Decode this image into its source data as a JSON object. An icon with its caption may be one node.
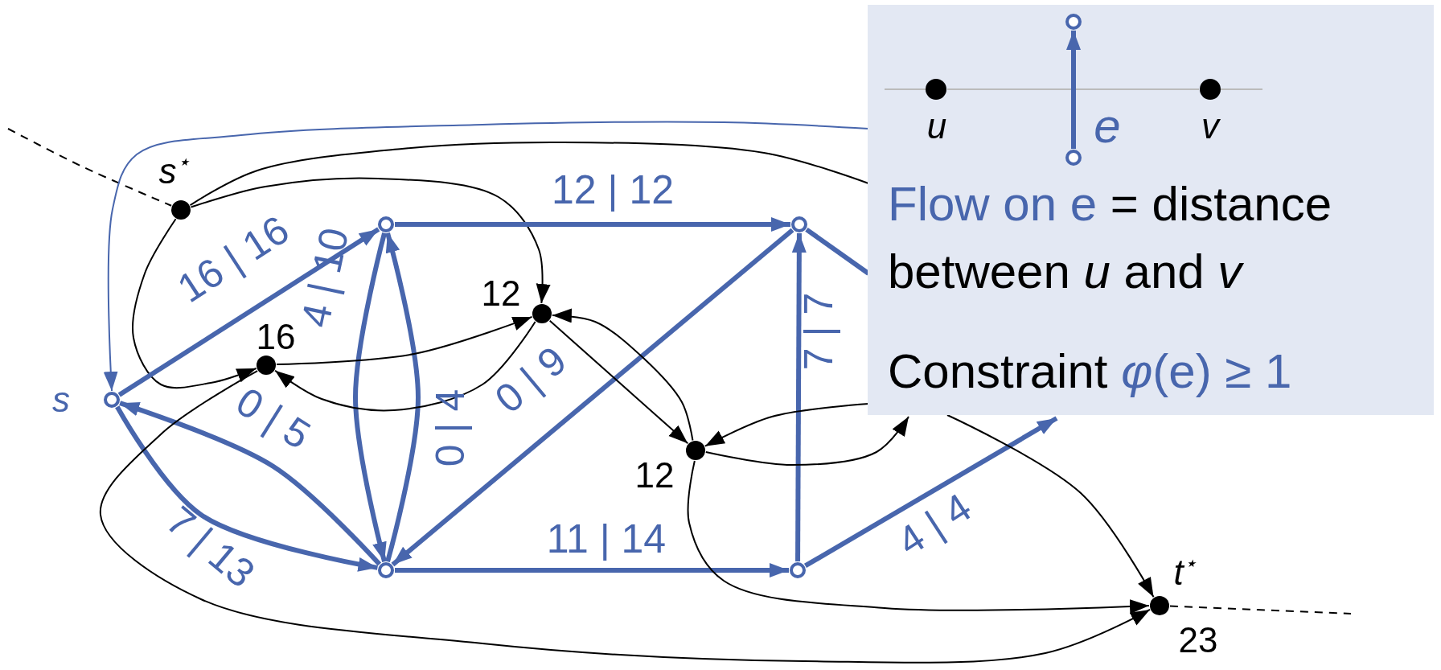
{
  "diagram": {
    "nodes": [
      {
        "text": [],
        "shape": "circle",
        "beside": [
          "s$^{⋆}$"
        ]
      },
      {
        "text": [],
        "shape": "circle"
      },
      {
        "text": [],
        "shape": "circle"
      },
      {
        "text": [],
        "shape": "circle",
        "beside": [
          "12"
        ]
      },
      {
        "text": [],
        "shape": "circle",
        "beside": [
          "16"
        ]
      },
      {
        "text": [],
        "shape": "circle",
        "beside": [
          "s"
        ]
      },
      {
        "text": [],
        "shape": "circle",
        "beside": [
          "12"
        ]
      },
      {
        "text": [],
        "shape": "circle"
      },
      {
        "text": [],
        "shape": "circle"
      },
      {
        "text": [],
        "shape": "circle",
        "beside": [
          "t$^{⋆}$",
          "23"
        ]
      },
      {
        "text": [
          "Flow on e",
          "= distance between *u* and *v*",
          "Constraint",
          "*φ*(e) ≥ 1"
        ]
      },
      {
        "text": [],
        "shape": "circle",
        "beside": [
          "u"
        ],
        "in": 10
      },
      {
        "text": [],
        "shape": "circle",
        "in": 10
      },
      {
        "text": [],
        "shape": "circle",
        "in": 10
      },
      {
        "text": [],
        "shape": "circle",
        "beside": [
          "v"
        ],
        "in": 10
      }
    ],
    "edges": [
      {
        "from": null,
        "to": 0,
        "arrow": "none",
        "style": "dashed"
      },
      {
        "from": 0,
        "to": 3,
        "arrow": "to"
      },
      {
        "from": 0,
        "to": 10,
        "arrow": "none"
      },
      {
        "from": 0,
        "to": 4,
        "arrow": "to"
      },
      {
        "from": 10,
        "to": 5,
        "arrow": "to",
        "color": "#4866ad"
      },
      {
        "from": 5,
        "to": 1,
        "arrow": "to",
        "label": "16 | 16",
        "style": "thick",
        "color": "#4866ad"
      },
      {
        "from": 1,
        "to": 7,
        "arrow": "to",
        "label": "4 | 10",
        "style": "thick",
        "color": "#4866ad"
      },
      {
        "from": 7,
        "to": 1,
        "arrow": "to",
        "label": "0 | 4",
        "style": "thick",
        "color": "#4866ad"
      },
      {
        "from": 7,
        "to": 5,
        "arrow": "to",
        "label": "0 | 5",
        "style": "thick",
        "color": "#4866ad"
      },
      {
        "from": 5,
        "to": 7,
        "arrow": "to",
        "label": "7 | 13",
        "style": "thick",
        "color": "#4866ad"
      },
      {
        "from": 1,
        "to": 2,
        "arrow": "to",
        "label": "12 | 12",
        "style": "thick",
        "color": "#4866ad"
      },
      {
        "from": 2,
        "to": 7,
        "arrow": "to",
        "label": "0 | 9",
        "style": "thick",
        "color": "#4866ad"
      },
      {
        "from": 7,
        "to": 8,
        "arrow": "to",
        "label": "11 | 14",
        "style": "thick",
        "color": "#4866ad"
      },
      {
        "from": 8,
        "to": 2,
        "arrow": "to",
        "label": "7 | 7",
        "style": "thick",
        "color": "#4866ad"
      },
      {
        "from": 2,
        "to": 10,
        "arrow": "none",
        "style": "thick",
        "color": "#4866ad"
      },
      {
        "from": 8,
        "to": 10,
        "arrow": "to",
        "label": "4 | 4",
        "style": "thick",
        "color": "#4866ad"
      },
      {
        "from": 4,
        "to": 3,
        "arrow": "to"
      },
      {
        "from": 3,
        "to": 4,
        "arrow": "to"
      },
      {
        "from": 3,
        "to": 6,
        "arrow": "to"
      },
      {
        "from": 6,
        "to": 3,
        "arrow": "to"
      },
      {
        "from": 10,
        "to": 6,
        "arrow": "to"
      },
      {
        "from": 6,
        "to": 10,
        "arrow": "to"
      },
      {
        "from": 6,
        "to": 9,
        "arrow": "to"
      },
      {
        "from": 10,
        "to": 9,
        "arrow": "to"
      },
      {
        "from": 4,
        "to": 9,
        "arrow": "to"
      },
      {
        "from": 9,
        "to": null,
        "arrow": "none",
        "style": "dashed"
      },
      {
        "from": 11,
        "to": 14,
        "arrow": "none",
        "color": "#bbbbbb"
      },
      {
        "from": 13,
        "to": 12,
        "arrow": "to",
        "label": "e",
        "style": "thick",
        "color": "#4866ad"
      }
    ]
  }
}
